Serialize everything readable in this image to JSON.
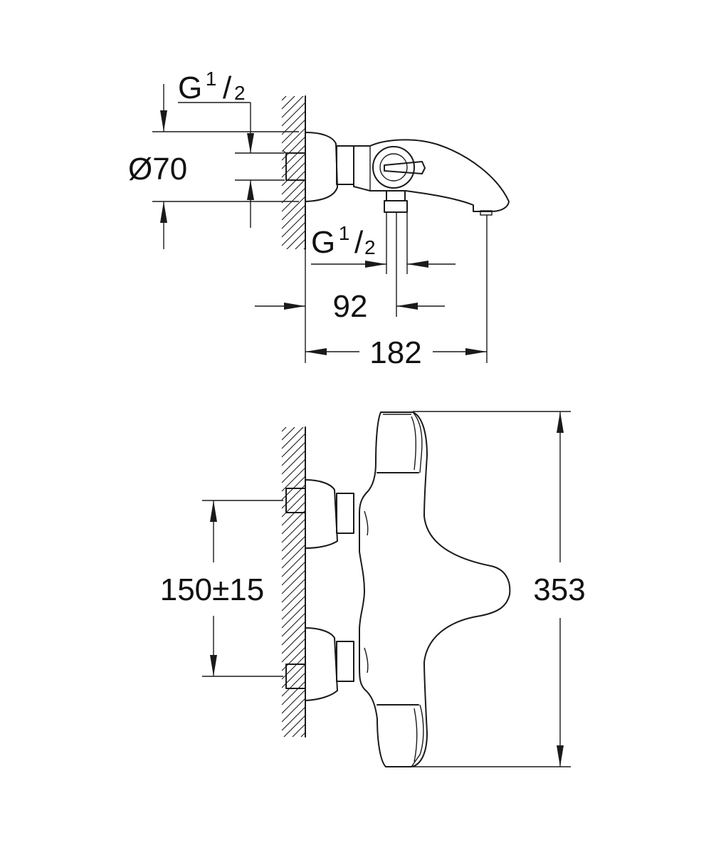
{
  "side_view": {
    "thread_top": {
      "letter": "G",
      "numerator": "1",
      "denominator": "2"
    },
    "diameter": {
      "symbol": "Ø",
      "value": "70"
    },
    "thread_bottom": {
      "letter": "G",
      "numerator": "1",
      "denominator": "2"
    },
    "depth_outlet": "92",
    "depth_total": "182"
  },
  "front_view": {
    "inlet_spacing": "150±15",
    "height_total": "353"
  }
}
